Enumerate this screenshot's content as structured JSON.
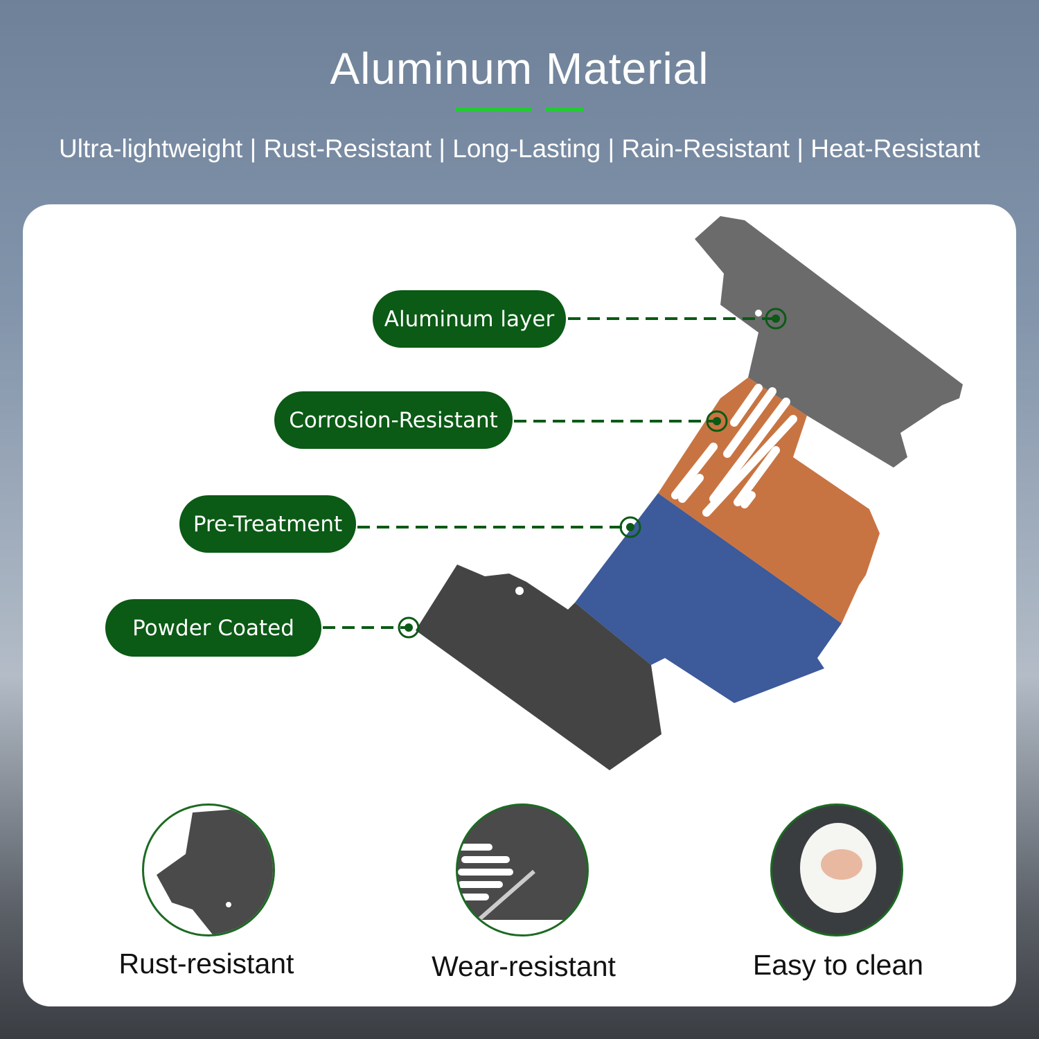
{
  "header": {
    "title": "Aluminum Material",
    "subtitle": "Ultra-lightweight | Rust-Resistant | Long-Lasting | Rain-Resistant | Heat-Resistant"
  },
  "layers": [
    {
      "label": "Aluminum layer"
    },
    {
      "label": "Corrosion-Resistant"
    },
    {
      "label": "Pre-Treatment"
    },
    {
      "label": "Powder Coated"
    }
  ],
  "features": [
    {
      "label": "Rust-resistant",
      "icon": "mat-corner-icon"
    },
    {
      "label": "Wear-resistant",
      "icon": "wrench-scratch-icon"
    },
    {
      "label": "Easy to clean",
      "icon": "hand-cloth-icon"
    }
  ],
  "colors": {
    "accent": "#24c935",
    "pill": "#0b5a15",
    "aluminum": "#6b6b6b",
    "orange": "#c87442",
    "blue": "#3d5a9a",
    "coat": "#444444"
  }
}
